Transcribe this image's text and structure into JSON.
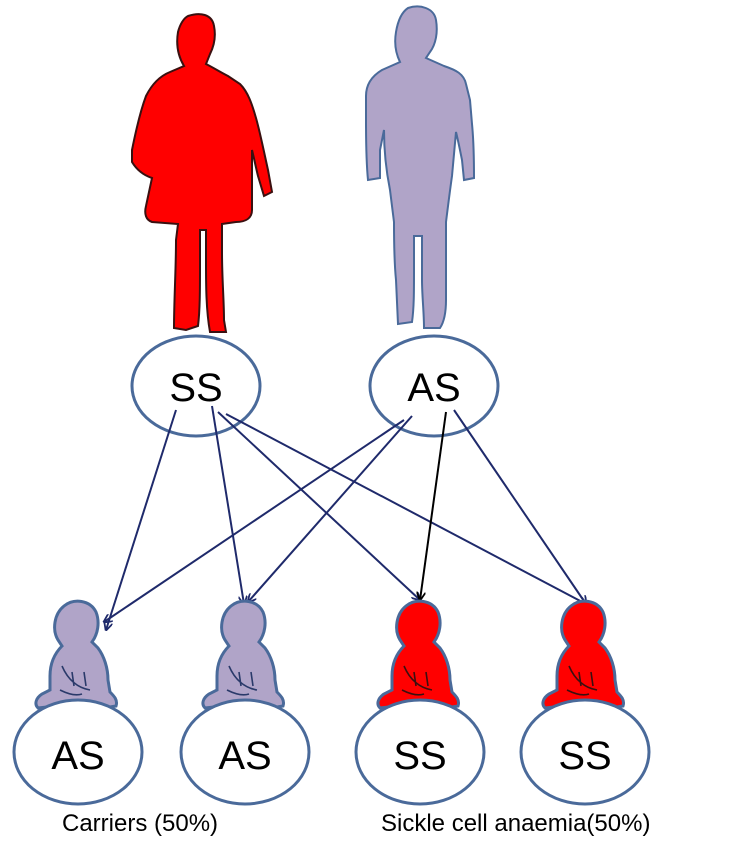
{
  "colors": {
    "affected": "#ff0000",
    "carrier": "#b0a4c8",
    "outline_affected": "#3a1010",
    "outline_carrier": "#4a6a9a",
    "ellipse_stroke": "#4a6a9a",
    "arrow_dark": "#1f2a6b",
    "arrow_black": "#000000"
  },
  "parents": [
    {
      "id": "mother",
      "genotype": "SS",
      "icon": "woman-figure-icon",
      "status": "affected"
    },
    {
      "id": "father",
      "genotype": "AS",
      "icon": "man-figure-icon",
      "status": "carrier"
    }
  ],
  "children": [
    {
      "genotype": "AS",
      "icon": "baby-icon",
      "status": "carrier"
    },
    {
      "genotype": "AS",
      "icon": "baby-icon",
      "status": "carrier"
    },
    {
      "genotype": "SS",
      "icon": "baby-icon",
      "status": "affected"
    },
    {
      "genotype": "SS",
      "icon": "baby-icon",
      "status": "affected"
    }
  ],
  "inheritance": [
    {
      "from": 0,
      "to": 0
    },
    {
      "from": 0,
      "to": 1
    },
    {
      "from": 0,
      "to": 2
    },
    {
      "from": 0,
      "to": 3
    },
    {
      "from": 1,
      "to": 0
    },
    {
      "from": 1,
      "to": 1
    },
    {
      "from": 1,
      "to": 2
    },
    {
      "from": 1,
      "to": 3
    }
  ],
  "captions": {
    "carriers": "Carriers (50%)",
    "affected": "Sickle cell anaemia(50%)"
  }
}
